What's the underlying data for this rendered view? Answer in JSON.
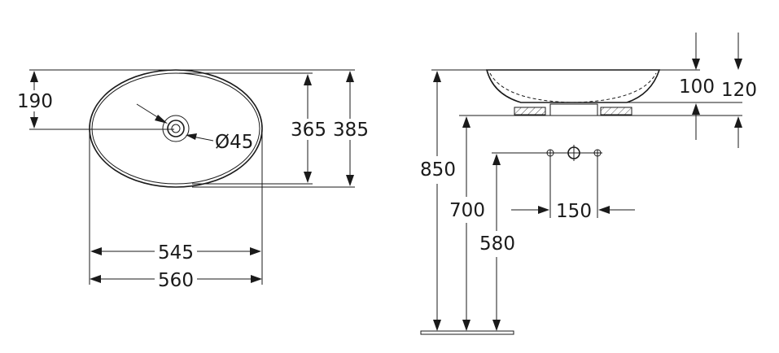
{
  "top_view": {
    "depth_outer": "385",
    "depth_inner": "365",
    "waste_offset": "190",
    "waste_diameter": "Ø45",
    "width_inner": "545",
    "width_outer": "560"
  },
  "side_view": {
    "bowl_height": "100",
    "overall_height_with_base": "120",
    "top_height": "850",
    "counter_height": "700",
    "supply_height": "580",
    "supply_spacing": "150"
  }
}
